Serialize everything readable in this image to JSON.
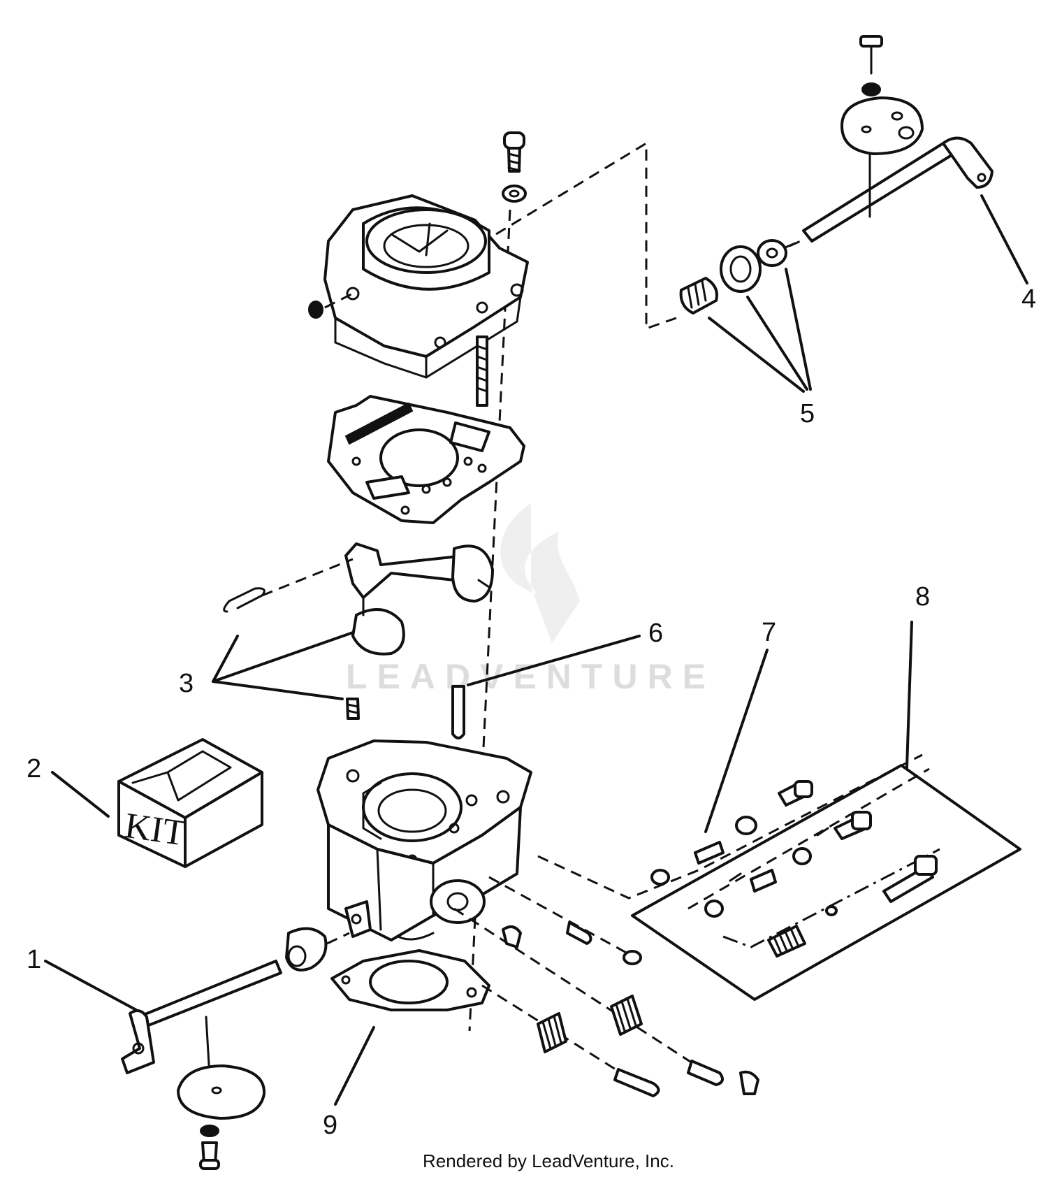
{
  "diagram": {
    "callouts": [
      {
        "id": "1",
        "label": "1"
      },
      {
        "id": "2",
        "label": "2"
      },
      {
        "id": "3",
        "label": "3"
      },
      {
        "id": "4",
        "label": "4"
      },
      {
        "id": "5",
        "label": "5"
      },
      {
        "id": "6",
        "label": "6"
      },
      {
        "id": "7",
        "label": "7"
      },
      {
        "id": "8",
        "label": "8"
      },
      {
        "id": "9",
        "label": "9"
      }
    ],
    "kit_box_label": "KIT",
    "watermark": "LEADVENTURE",
    "footer": "Rendered by LeadVenture, Inc."
  },
  "colors": {
    "ink": "#111111",
    "paper": "#ffffff",
    "watermark": "#dddddd"
  }
}
